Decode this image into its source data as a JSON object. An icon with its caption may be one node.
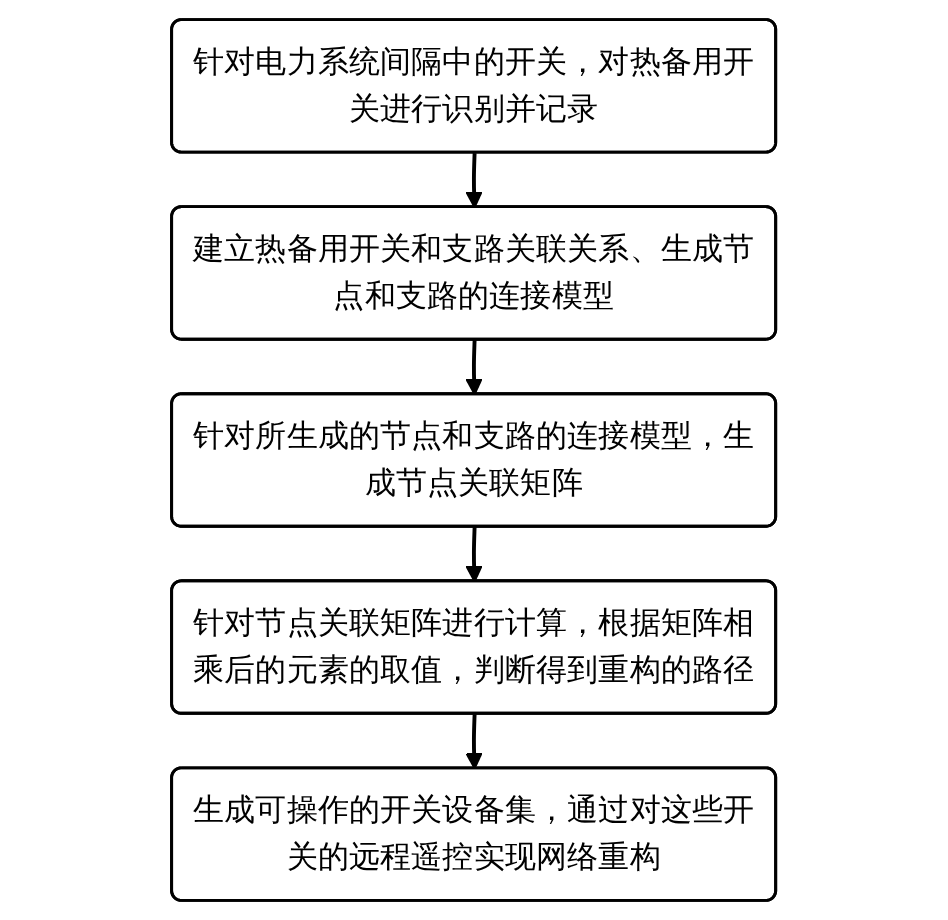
{
  "diagram": {
    "nodes": [
      {
        "text": [
          "针对电力系统间隔中的开关，对热备用开关进行识别并记录"
        ]
      },
      {
        "text": [
          "建立热备用开关和支路关联关系、生成节点和支路的连接模型"
        ]
      },
      {
        "text": [
          "针对所生成的节点和支路的连接模型，生成节点关联矩阵"
        ]
      },
      {
        "text": [
          "针对节点关联矩阵进行计算，根据矩阵相乘后的元素的取值，判断得到重构的路径"
        ]
      },
      {
        "text": [
          "生成可操作的开关设备集，通过对这些开关的远程遥控实现网络重构"
        ]
      }
    ],
    "edges": [
      {
        "from": 0,
        "to": 1,
        "arrow": "to"
      },
      {
        "from": 1,
        "to": 2,
        "arrow": "to"
      },
      {
        "from": 2,
        "to": 3,
        "arrow": "to"
      },
      {
        "from": 3,
        "to": 4,
        "arrow": "to"
      }
    ]
  }
}
